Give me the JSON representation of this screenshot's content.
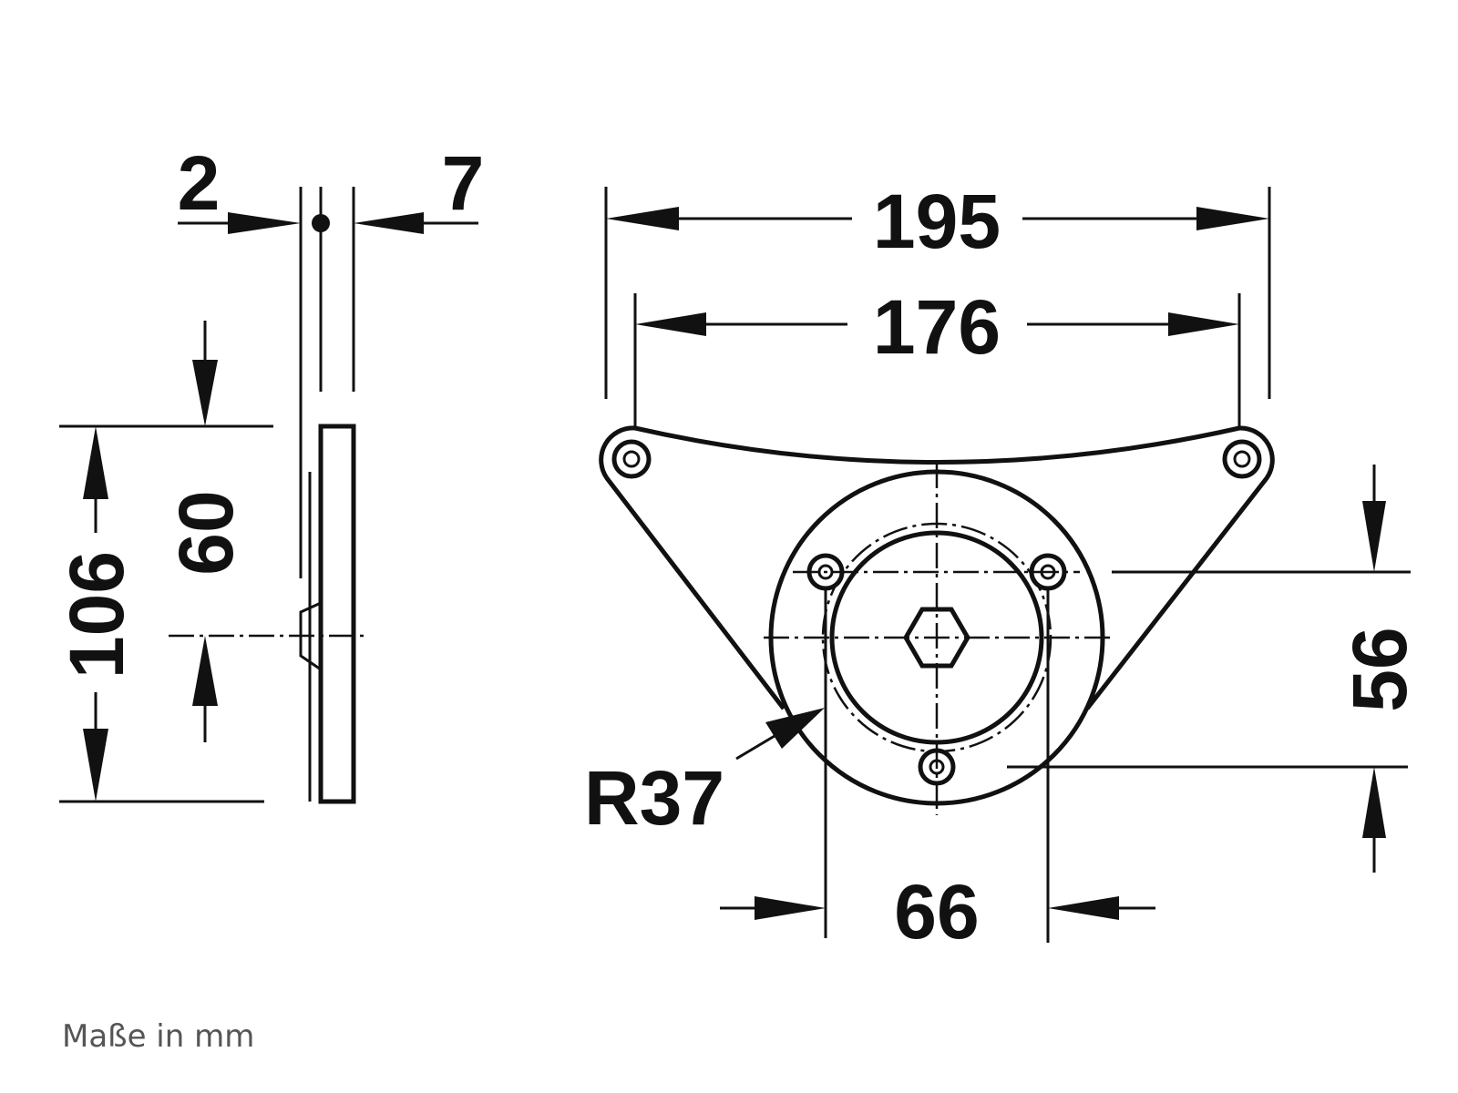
{
  "dimensions": {
    "thickness_left": "2",
    "thickness_right": "7",
    "total_height": "106",
    "partial_height": "60",
    "overall_width": "195",
    "hole_spacing_width": "176",
    "radius": "R37",
    "bolt_spacing_vertical": "56",
    "bolt_spacing_horizontal": "66"
  },
  "note": "Maße in mm"
}
